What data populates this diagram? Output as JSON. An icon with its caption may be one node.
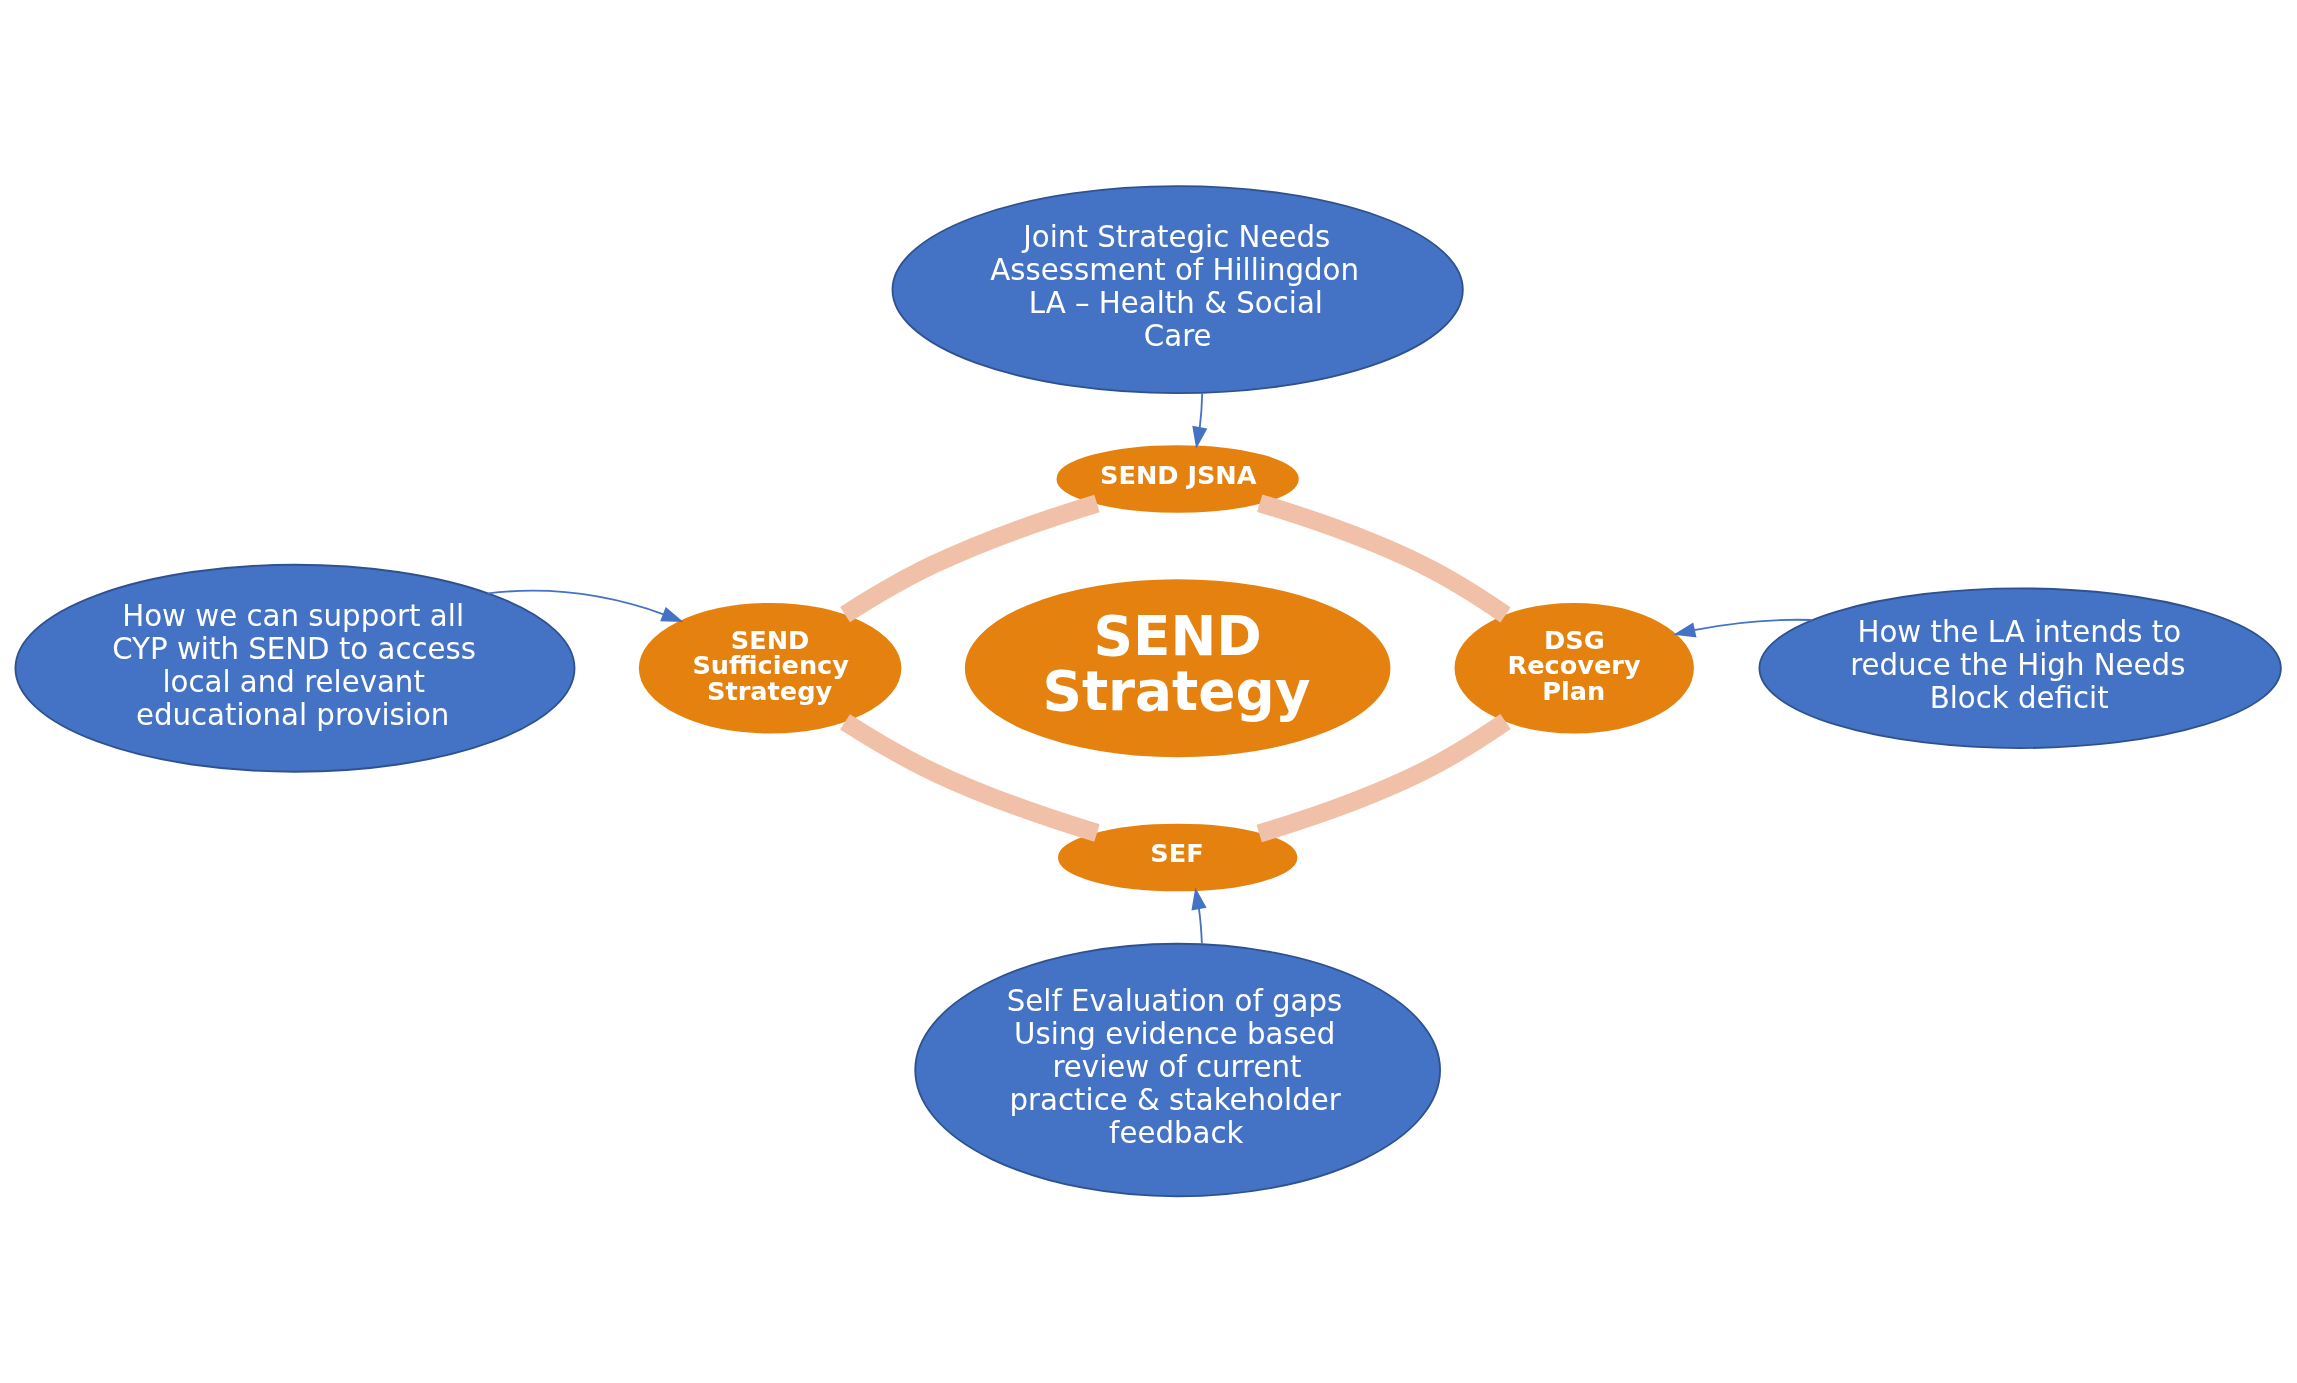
{
  "diagram": {
    "nodes": [
      {
        "text": [
          "SEND Strategy"
        ]
      },
      {
        "text": [
          "SEND JSNA"
        ]
      },
      {
        "text": [
          "DSG Recovery Plan"
        ]
      },
      {
        "text": [
          "SEF"
        ]
      },
      {
        "text": [
          "SEND Sufficiency Strategy"
        ]
      },
      {
        "text": [
          "Joint Strategic Needs Assessment of Hillingdon LA – Health & Social Care"
        ]
      },
      {
        "text": [
          "How we can support all CYP with SEND to access local and relevant educational provision"
        ]
      },
      {
        "text": [
          "How the LA intends to reduce the High Needs Block deficit"
        ]
      },
      {
        "text": [
          "Self Evaluation of gaps Using evidence based review of current practice & stakeholder feedback"
        ]
      }
    ],
    "edges": [
      {
        "from": 1,
        "to": 2,
        "arrow": "none",
        "style": "thick"
      },
      {
        "from": 2,
        "to": 3,
        "arrow": "none",
        "style": "thick"
      },
      {
        "from": 3,
        "to": 4,
        "arrow": "none",
        "style": "thick"
      },
      {
        "from": 4,
        "to": 1,
        "arrow": "none",
        "style": "thick"
      },
      {
        "from": 5,
        "to": 1,
        "arrow": "to",
        "color": "#4472c4"
      },
      {
        "from": 6,
        "to": 4,
        "arrow": "to",
        "color": "#4472c4"
      },
      {
        "from": 7,
        "to": 2,
        "arrow": "to",
        "color": "#4472c4"
      },
      {
        "from": 8,
        "to": 3,
        "arrow": "to",
        "color": "#4472c4"
      }
    ]
  }
}
